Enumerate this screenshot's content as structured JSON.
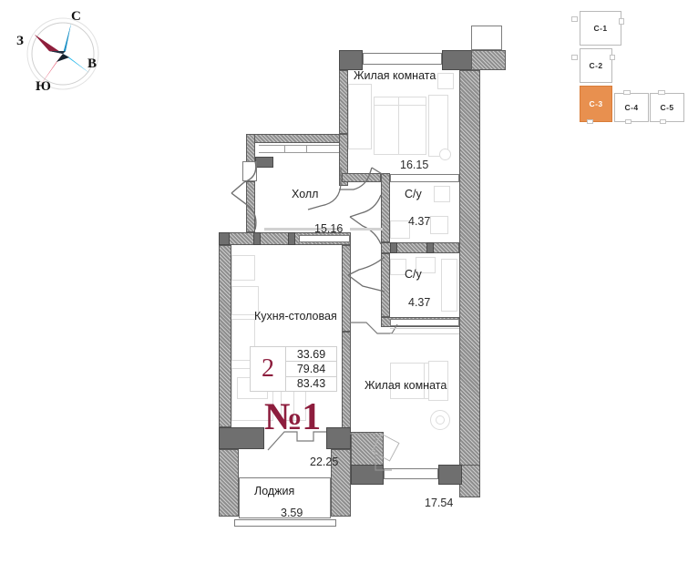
{
  "compass": {
    "north": "С",
    "west": "З",
    "east": "В",
    "south": "Ю"
  },
  "minimap": {
    "sections": [
      {
        "label": "С-1",
        "active": false
      },
      {
        "label": "С-2",
        "active": false
      },
      {
        "label": "С-3",
        "active": true
      },
      {
        "label": "С-4",
        "active": false
      },
      {
        "label": "С-5",
        "active": false
      }
    ],
    "active_color": "#e8904f"
  },
  "summary": {
    "room_count": "2",
    "areas": [
      "33.69",
      "79.84",
      "83.43"
    ],
    "apartment_number": "№1",
    "accent_color": "#8d1d3d"
  },
  "rooms": [
    {
      "name": "Жилая комната",
      "area": "16.15"
    },
    {
      "name": "Холл",
      "area": "15.16"
    },
    {
      "name": "С/у",
      "area": "4.37"
    },
    {
      "name": "С/у",
      "area": "4.37"
    },
    {
      "name": "Кухня-столовая",
      "area": "22.25"
    },
    {
      "name": "Жилая комната",
      "area": "17.54"
    },
    {
      "name": "Лоджия",
      "area": "3.59"
    }
  ]
}
